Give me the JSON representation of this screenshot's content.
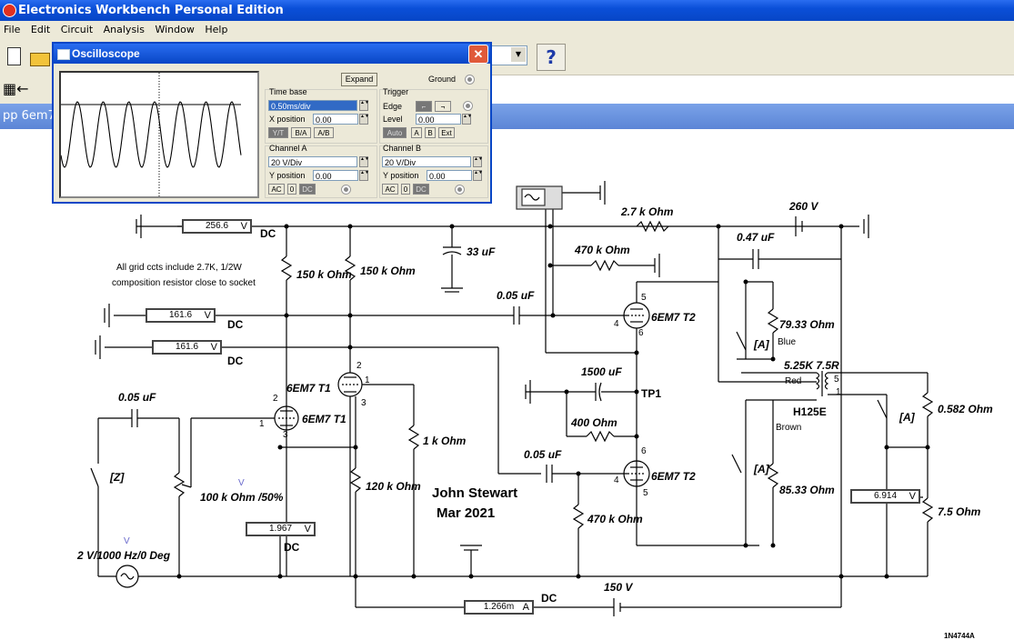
{
  "window": {
    "title": "Electronics Workbench Personal Edition"
  },
  "menu": [
    "File",
    "Edit",
    "Circuit",
    "Analysis",
    "Window",
    "Help"
  ],
  "toolbar": {
    "help_label": "?"
  },
  "document": {
    "title": "pp 6em7"
  },
  "oscilloscope": {
    "title": "Oscilloscope",
    "close_label": "✕",
    "expand_label": "Expand",
    "ground_label": "Ground",
    "time_base": {
      "label": "Time base",
      "value": "0.50ms/div",
      "x_position_label": "X position",
      "x_position": "0.00",
      "modes": [
        "Y/T",
        "B/A",
        "A/B"
      ]
    },
    "trigger": {
      "label": "Trigger",
      "edge_label": "Edge",
      "level_label": "Level",
      "level": "0.00",
      "sources": [
        "Auto",
        "A",
        "B",
        "Ext"
      ]
    },
    "channel_a": {
      "label": "Channel A",
      "value": "20 V/Div",
      "y_position_label": "Y position",
      "y_position": "0.00",
      "coupling": [
        "AC",
        "0",
        "DC"
      ]
    },
    "channel_b": {
      "label": "Channel B",
      "value": "20 V/Div",
      "y_position_label": "Y position",
      "y_position": "0.00",
      "coupling": [
        "AC",
        "0",
        "DC"
      ]
    }
  },
  "meters": {
    "m1": {
      "value": "256.6",
      "unit": "V",
      "mode": "DC"
    },
    "m2": {
      "value": "161.6",
      "unit": "V",
      "mode": "DC"
    },
    "m3": {
      "value": "161.6",
      "unit": "V",
      "mode": "DC"
    },
    "m4": {
      "value": "1.967",
      "unit": "V",
      "mode": "DC"
    },
    "m5": {
      "value": "1.266m",
      "unit": "A",
      "mode": "DC"
    },
    "m6": {
      "value": "6.914",
      "unit": "V"
    }
  },
  "labels": {
    "r_2k7": "2.7 k Ohm",
    "v_260": "260 V",
    "c_047": "0.47 uF",
    "c_33": "33 uF",
    "r_470k_top": "470 k Ohm",
    "r_150k_a": "150 k Ohm",
    "r_150k_b": "150 k Ohm",
    "note_line1": "All grid ccts include 2.7K, 1/2W",
    "note_line2": "composition resistor close to socket",
    "c_005_a": "0.05 uF",
    "tube_t2_top": "6EM7 T2",
    "r_7933": "79.33  Ohm",
    "switch_a1": "[A]",
    "blue": "Blue",
    "xfmr_ratio": "5.25K  7.5R",
    "red": "Red",
    "xfmr_name": "H125E",
    "brown": "Brown",
    "c_1500": "1500 uF",
    "tp1": "TP1",
    "r_400": "400  Ohm",
    "c_005_b": "0.05 uF",
    "tube_t1_a": "6EM7 T1",
    "tube_t1_b": "6EM7 T1",
    "c_005_c": "0.05 uF",
    "switch_z": "[Z]",
    "pot": "100 k Ohm /50%",
    "r_1k": "1 k Ohm",
    "r_120k": "120 k Ohm",
    "author": "John Stewart",
    "date": "Mar 2021",
    "r_470k_bot": "470 k Ohm",
    "tube_t2_bot": "6EM7 T2",
    "switch_a2": "[A]",
    "r_8533": "85.33  Ohm",
    "switch_a3": "[A]",
    "r_0582": "0.582  Ohm",
    "r_75": "7.5  Ohm",
    "source": "2 V/1000 Hz/0 Deg",
    "v_150": "150 V",
    "v_marker": "V",
    "part_ref": "1N4744A",
    "pin_1": "1",
    "pin_2": "2",
    "pin_3": "3",
    "pin_4": "4",
    "pin_5": "5",
    "pin_6": "6"
  }
}
